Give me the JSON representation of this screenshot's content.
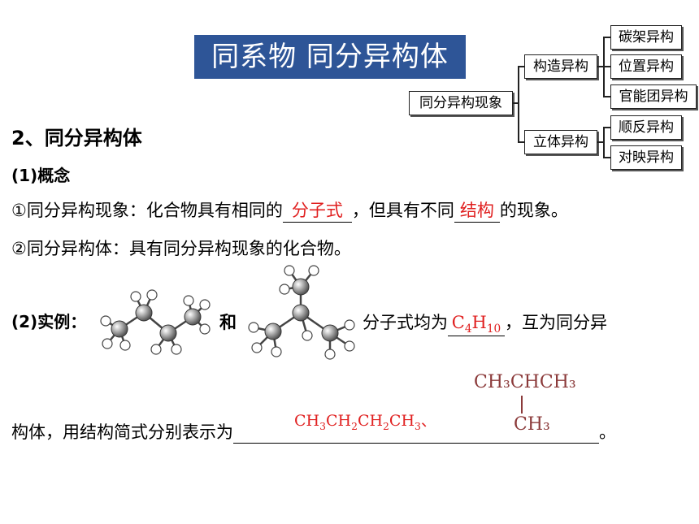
{
  "title": "同系物 同分异构体",
  "tree": {
    "root": "同分异构现象",
    "branch1": "构造异构",
    "branch1_children": [
      "碳架异构",
      "位置异构",
      "官能团异构"
    ],
    "branch2": "立体异构",
    "branch2_children": [
      "顺反异构",
      "对映异构"
    ]
  },
  "section_heading": "2、同分异构体",
  "concept_label": "(1)概念",
  "line1": {
    "prefix": "①同分异构现象：化合物具有相同的",
    "answer1": "分子式",
    "middle": "，但具有不同",
    "answer2": "结构",
    "suffix": "的现象。"
  },
  "line2": "②同分异构体：具有同分异构现象的化合物。",
  "example": {
    "label": "(2)实例：",
    "and": "和",
    "formula_text": "分子式均为",
    "formula_answer_c": "C",
    "formula_answer_c_sub": "4",
    "formula_answer_h": "H",
    "formula_answer_h_sub": "10",
    "tail": "，互为同分异"
  },
  "line4": {
    "prefix": "构体，用结构简式分别表示为",
    "suffix": "。"
  },
  "branched": {
    "top": "CH₃CHCH₃",
    "bottom": "CH₃"
  }
}
